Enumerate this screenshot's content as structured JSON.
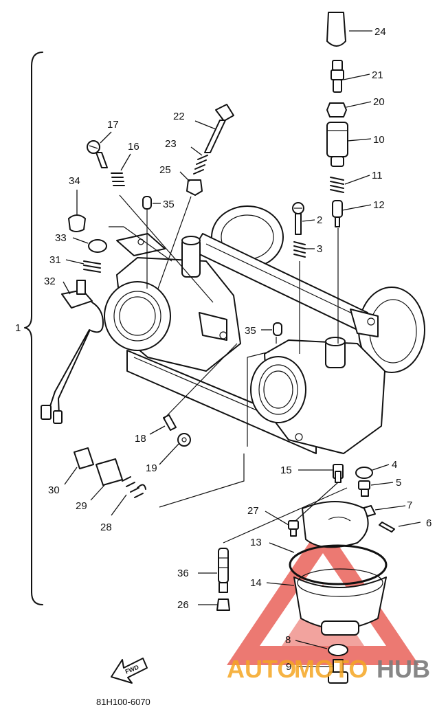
{
  "diagram": {
    "reference_code": "81H100-6070",
    "fwd_label": "FWD",
    "bracket_label": "1",
    "callouts": {
      "p2": "2",
      "p3": "3",
      "p4": "4",
      "p5": "5",
      "p6": "6",
      "p7": "7",
      "p8": "8",
      "p9": "9",
      "p10": "10",
      "p11": "11",
      "p12": "12",
      "p13": "13",
      "p14": "14",
      "p15": "15",
      "p16": "16",
      "p17": "17",
      "p18": "18",
      "p19": "19",
      "p20": "20",
      "p21": "21",
      "p22": "22",
      "p23": "23",
      "p24": "24",
      "p25": "25",
      "p26": "26",
      "p27": "27",
      "p28": "28",
      "p29": "29",
      "p30": "30",
      "p31": "31",
      "p32": "32",
      "p33": "33",
      "p34": "34",
      "p35a": "35",
      "p35b": "35",
      "p36": "36"
    }
  },
  "watermark": {
    "text_auto": "AUTO",
    "text_moto": "MOTO",
    "text_hub": "HUB",
    "color_red": "#e33b2f",
    "color_orange": "#f5a623",
    "color_gray": "#7b7b7b"
  }
}
